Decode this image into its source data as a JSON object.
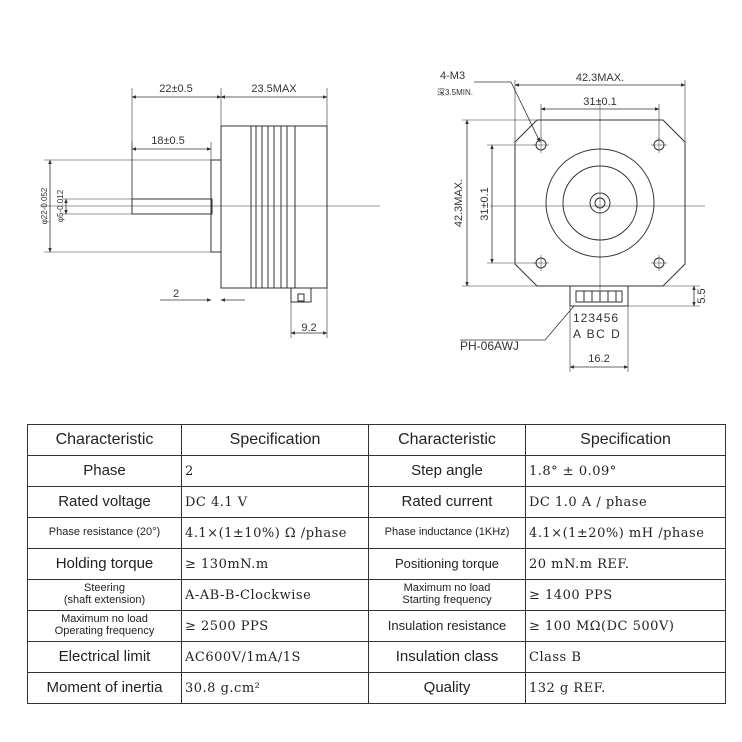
{
  "drawing": {
    "side_view": {
      "dim_22": "22±0.5",
      "dim_235": "23.5MAX",
      "dim_18": "18±0.5",
      "dim_shaft_outer": "φ22-0.052",
      "dim_shaft_inner": "φ5-0.012",
      "dim_2": "2",
      "dim_92": "9.2"
    },
    "front_view": {
      "screw_label": "4-M3",
      "depth_label": "深3.5MIN.",
      "dim_width": "42.3MAX.",
      "dim_hole_spacing": "31±0.1",
      "dim_height": "42.3MAX.",
      "dim_vertical_spacing": "31±0.1",
      "pin_numbers": "123456",
      "phase_letters": "A BC D",
      "connector_label": "PH-06AWJ",
      "dim_55": "5.5",
      "dim_162": "16.2"
    }
  },
  "table": {
    "headers": [
      "Characteristic",
      "Specification",
      "Characteristic",
      "Specification"
    ],
    "rows": [
      {
        "c1": [
          "Phase"
        ],
        "v1": "2",
        "c2": [
          "Step angle"
        ],
        "v2": "1.8° ± 0.09°"
      },
      {
        "c1": [
          "Rated voltage"
        ],
        "v1": "DC 4.1 V",
        "c2": [
          "Rated current"
        ],
        "v2": "DC 1.0 A / phase"
      },
      {
        "c1": [
          "Phase resistance (20°)"
        ],
        "v1": "4.1×(1±10%) Ω /phase",
        "c2": [
          "Phase inductance (1KHz)"
        ],
        "v2": "4.1×(1±20%) mH /phase"
      },
      {
        "c1": [
          "Holding torque"
        ],
        "v1": "≥ 130mN.m",
        "c2": [
          "Positioning torque"
        ],
        "v2": "20 mN.m REF."
      },
      {
        "c1": [
          "Steering",
          "(shaft extension)"
        ],
        "v1": "A-AB-B-Clockwise",
        "c2": [
          "Maximum no load",
          "Starting frequency"
        ],
        "v2": "≥ 1400 PPS"
      },
      {
        "c1": [
          "Maximum no load",
          "Operating frequency"
        ],
        "v1": "≥ 2500 PPS",
        "c2": [
          "Insulation resistance"
        ],
        "v2": "≥ 100 MΩ(DC 500V)"
      },
      {
        "c1": [
          "Electrical limit"
        ],
        "v1": "AC600V/1mA/1S",
        "c2": [
          "Insulation class"
        ],
        "v2": "Class B"
      },
      {
        "c1": [
          "Moment of inertia"
        ],
        "v1": "30.8 g.cm²",
        "c2": [
          "Quality"
        ],
        "v2": "132 g REF."
      }
    ]
  }
}
